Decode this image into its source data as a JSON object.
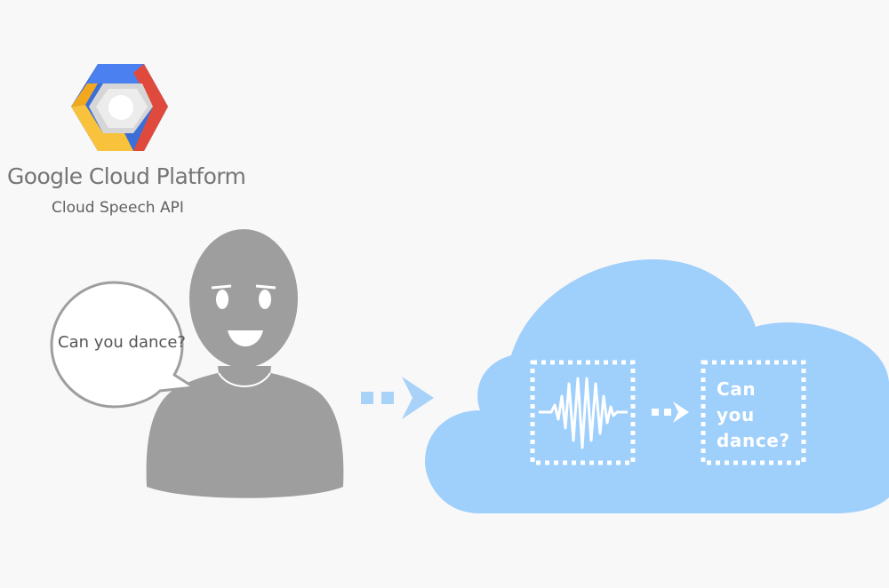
{
  "branding": {
    "logo_icon": "google-cloud-hexagon-icon",
    "company": "Google Cloud Platform",
    "product": "Cloud Speech API"
  },
  "speaker": {
    "icon": "person-silhouette-icon",
    "speech_bubble": "Can you dance?"
  },
  "cloud": {
    "icon": "cloud-icon",
    "input_icon": "audio-waveform-icon",
    "output_lines": [
      "Can",
      "you",
      "dance?"
    ]
  },
  "colors": {
    "background": "#f9f8f9",
    "person": "#9e9e9e",
    "cloud": "#9fcffb",
    "arrow": "#a8d2f8",
    "logo_blue": "#4a80f0",
    "logo_red": "#e04a3c",
    "logo_yellow": "#f8c23c"
  }
}
